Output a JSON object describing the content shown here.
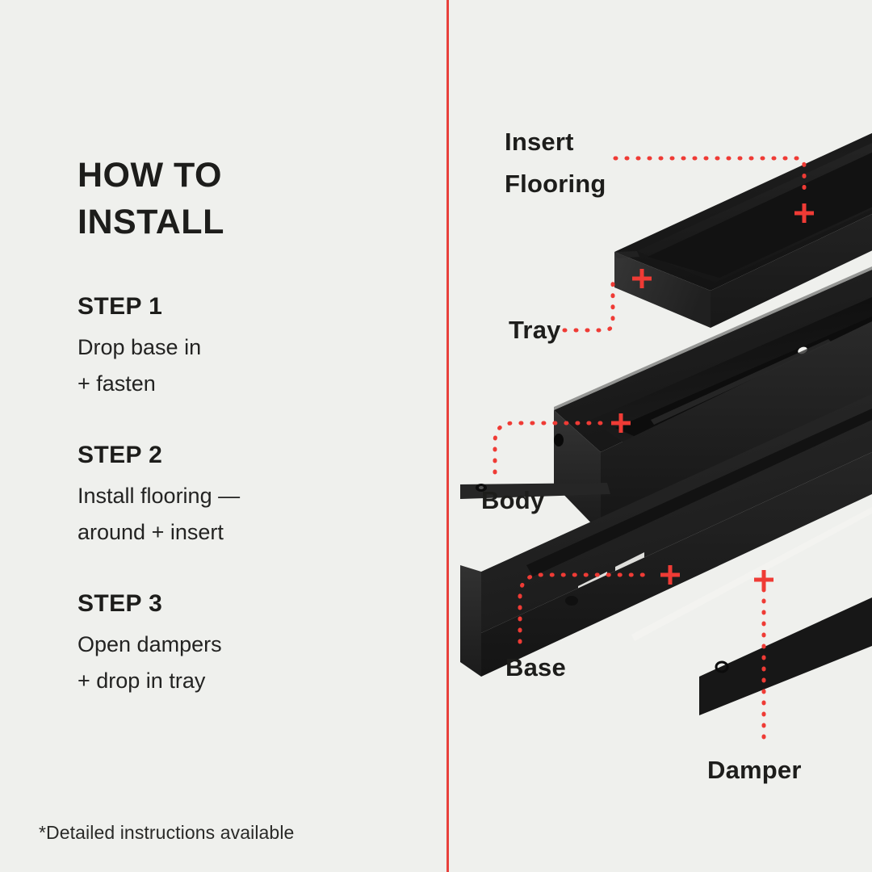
{
  "theme": {
    "background": "#eff0ed",
    "accent_red": "#e8413c",
    "text_dark": "#1d1d1b",
    "product_black": "#1a1a1a"
  },
  "left": {
    "headline": "HOW TO\nINSTALL",
    "steps": [
      {
        "title": "STEP 1",
        "body": "Drop base in\n+ fasten"
      },
      {
        "title": "STEP 2",
        "body": "Install flooring —\naround + insert"
      },
      {
        "title": "STEP 3",
        "body": "Open dampers\n+ drop in tray"
      }
    ],
    "footnote": "*Detailed instructions available"
  },
  "right": {
    "callouts": [
      {
        "id": "insert-flooring",
        "label": "Insert\nFlooring",
        "leader": "elbow"
      },
      {
        "id": "tray",
        "label": "Tray",
        "leader": "elbow"
      },
      {
        "id": "body",
        "label": "Body",
        "leader": "elbow"
      },
      {
        "id": "base",
        "label": "Base",
        "leader": "elbow"
      },
      {
        "id": "damper",
        "label": "Damper",
        "leader": "straight"
      }
    ],
    "product": {
      "name": "linear-floor-drain-exploded-view",
      "parts": [
        "tray",
        "body",
        "base"
      ]
    }
  }
}
